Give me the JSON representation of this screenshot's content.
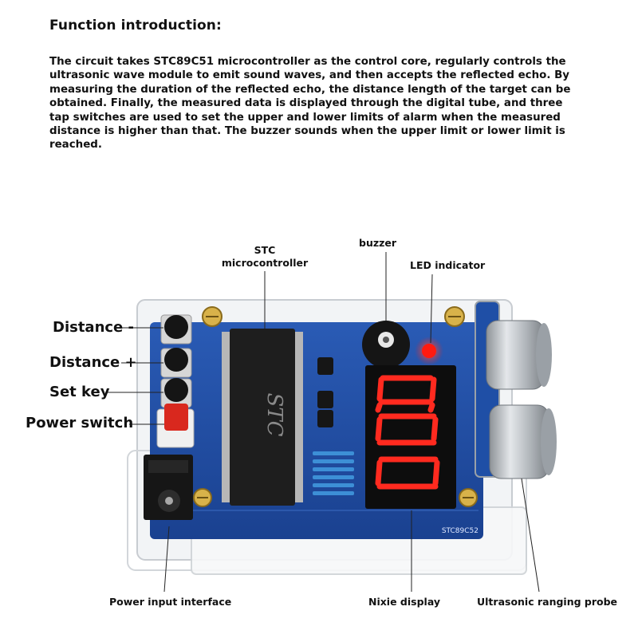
{
  "function_introduction": {
    "heading": "Function introduction:",
    "paragraph_lines": [
      "The circuit takes STC89C51 microcontroller as the control core, regularly controls the",
      "ultrasonic wave module to emit sound waves, and then accepts the reflected echo. By",
      "measuring the duration of the reflected echo, the distance length of the target can be",
      "obtained. Finally, the measured data is displayed through the digital tube, and three",
      "tap switches are used to set the upper and lower limits of alarm when the measured",
      "distance is higher than that. The buzzer sounds when the upper limit or lower limit is",
      "reached."
    ]
  },
  "callouts": {
    "distance_minus": "Distance -",
    "distance_plus": "Distance +",
    "set_key": "Set key",
    "power_switch": "Power switch",
    "stc_microcontroller_line1": "STC",
    "stc_microcontroller_line2": "microcontroller",
    "buzzer": "buzzer",
    "led_indicator": "LED indicator",
    "power_input_interface": "Power input interface",
    "nixie_display": "Nixie display",
    "ultrasonic_ranging_probe": "Ultrasonic ranging probe"
  },
  "board_markings": {
    "chip_text": "STC",
    "board_code": "STC89C52"
  },
  "colors": {
    "pcb_blue": "#1f4fa6",
    "digit_red": "#ff2a1f",
    "led_red": "#ff1a10",
    "button_black": "#151515",
    "power_switch_red": "#d9281e",
    "probe_silver": "#b9bdc2"
  }
}
